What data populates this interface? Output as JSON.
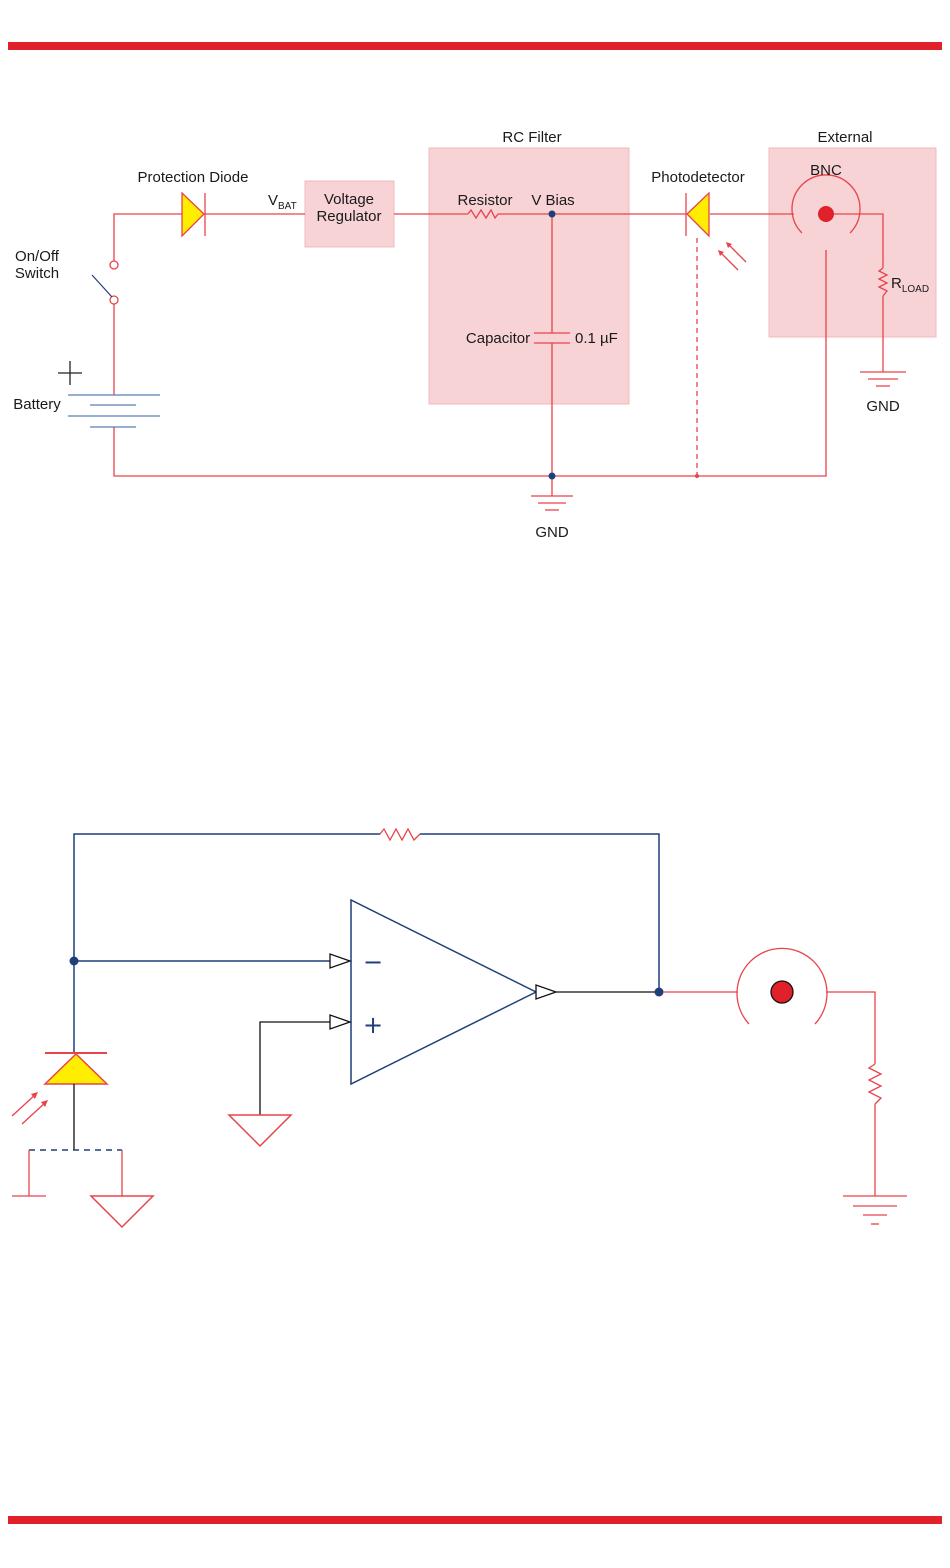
{
  "colors": {
    "accent_bar": "#e0202a",
    "wire": "#e8434a",
    "wire_blue": "#1f3f7a",
    "wire_black": "#111111",
    "block_fill": "#f7d3d6",
    "block_stroke": "#f0b8bd",
    "diode_fill": "#ffee00",
    "node": "#1f3f7a",
    "bnc_center": "#e0202a",
    "battery_plate": "#5a7fb5"
  },
  "diagram1": {
    "rc_filter": "RC Filter",
    "external": "External",
    "protection_diode": "Protection Diode",
    "vbat_main": "V",
    "vbat_sub": "BAT",
    "voltage_regulator_line1": "Voltage",
    "voltage_regulator_line2": "Regulator",
    "resistor": "Resistor",
    "v_bias": "V Bias",
    "photodetector": "Photodetector",
    "bnc": "BNC",
    "switch_line1": "On/Off",
    "switch_line2": "Switch",
    "battery": "Battery",
    "battery_plus": "+",
    "capacitor": "Capacitor",
    "capacitor_value": "0.1 µF",
    "rload_main": "R",
    "rload_sub": "LOAD",
    "gnd_external": "GND",
    "gnd_main": "GND"
  },
  "diagram2": {
    "minus": "−",
    "plus": "+"
  }
}
